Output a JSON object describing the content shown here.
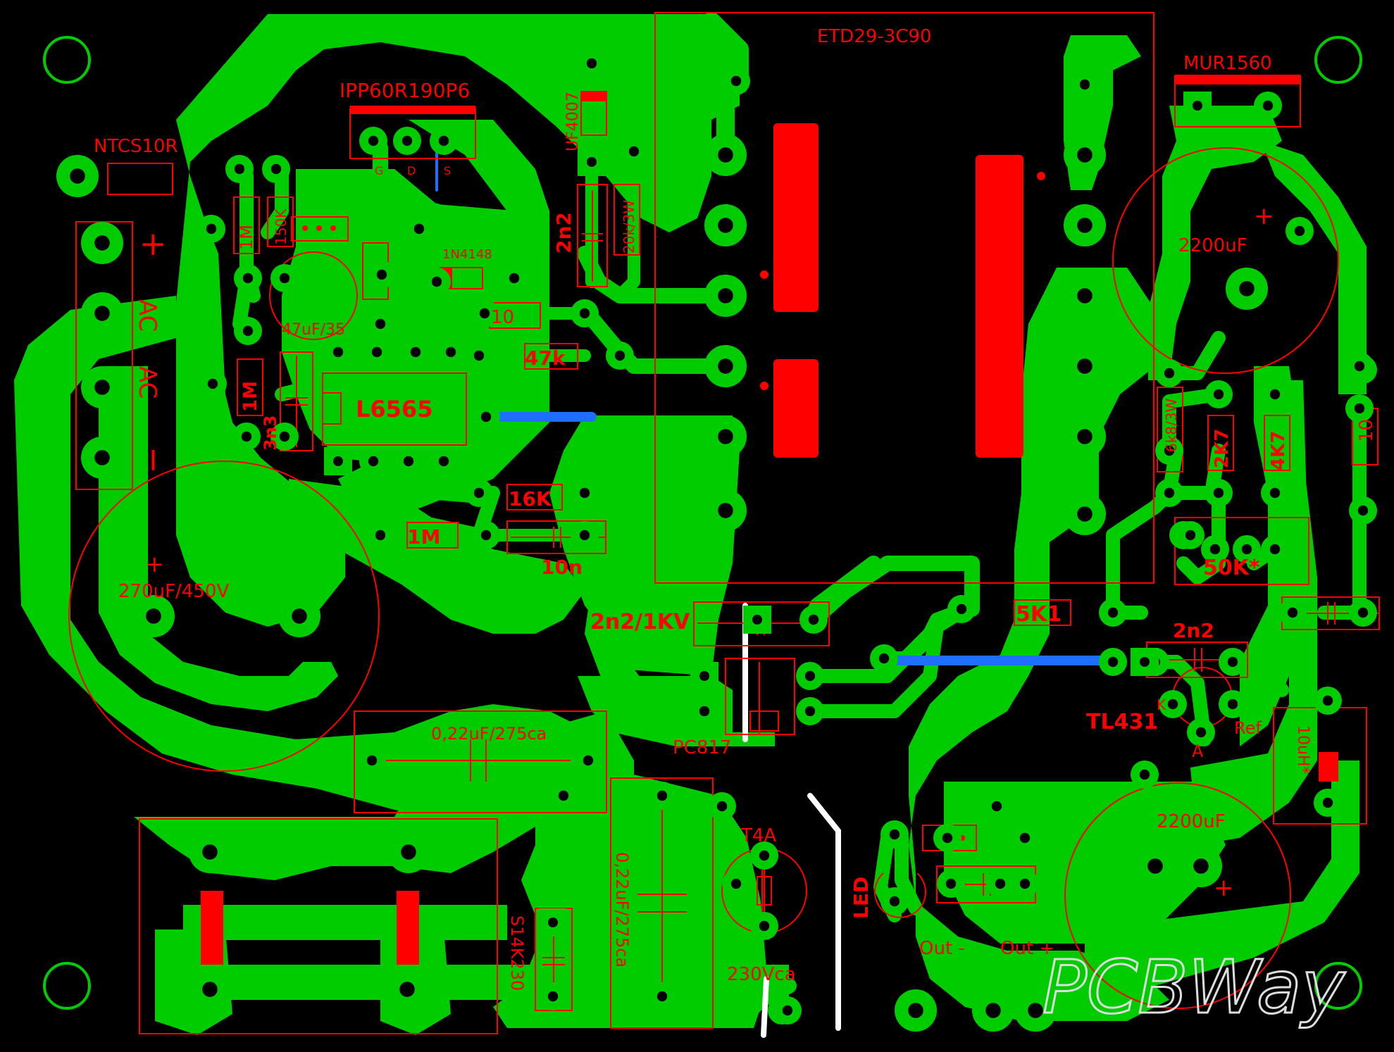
{
  "colors": {
    "background": "#000000",
    "copper": "#00cc00",
    "silk": "#ff0000",
    "jumper": "#1e6fff",
    "white": "#ffffff",
    "mount": "#00cc00"
  },
  "labels": {
    "transformer": "ETD29-3C90",
    "mosfet": "IPP60R190P6",
    "pin_g": "G",
    "pin_d": "D",
    "pin_s": "S",
    "ntc": "NTCS10R",
    "diode_uf": "UF4007",
    "diode_mur": "MUR1560",
    "diode_1n": "1N4148",
    "cap_2n2_v": "2n2",
    "r_20k": "20k/3W",
    "r_1m_a": "1M",
    "r_150k": "150K",
    "cap_47u": "47uF/35",
    "r_10_a": "10",
    "r_47k": "47k",
    "r_1m_b": "1M",
    "cap_3n3": "3n3",
    "ic": "L6565",
    "r_16k": "16K",
    "r_1m_c": "1M",
    "cap_10n": "10n",
    "cap_2200_top": "2200uF",
    "r_6k8": "6k8/3W",
    "r_2k7": "2K7",
    "r_4k7": "4K7",
    "r_10_b": "10",
    "pot": "50K*",
    "r_5k1": "5K1",
    "cap_2n2_1kv": "2n2/1KV",
    "cap_2n2_h": "2n2",
    "tl431": "TL431",
    "ref": "Ref",
    "anode": "A",
    "k": "K",
    "pc817": "PC817",
    "inductor": "10uH*",
    "cap_2200_bot": "2200uF",
    "cap_022_a": "0,22uF/275ca",
    "cap_022_b": "0,22uF/275ca",
    "fuse": "T4A",
    "led": "LED",
    "out_minus": "Out -",
    "out_plus": "Out +",
    "varistor": "S14K230",
    "mains": "230Vca",
    "cap_270": "270uF/450V",
    "ac1": "AC",
    "ac2": "AC",
    "plus1": "+",
    "minus1": "−",
    "plus2": "+",
    "plus3": "+",
    "plus4": "+",
    "watermark": "PCBWay"
  }
}
